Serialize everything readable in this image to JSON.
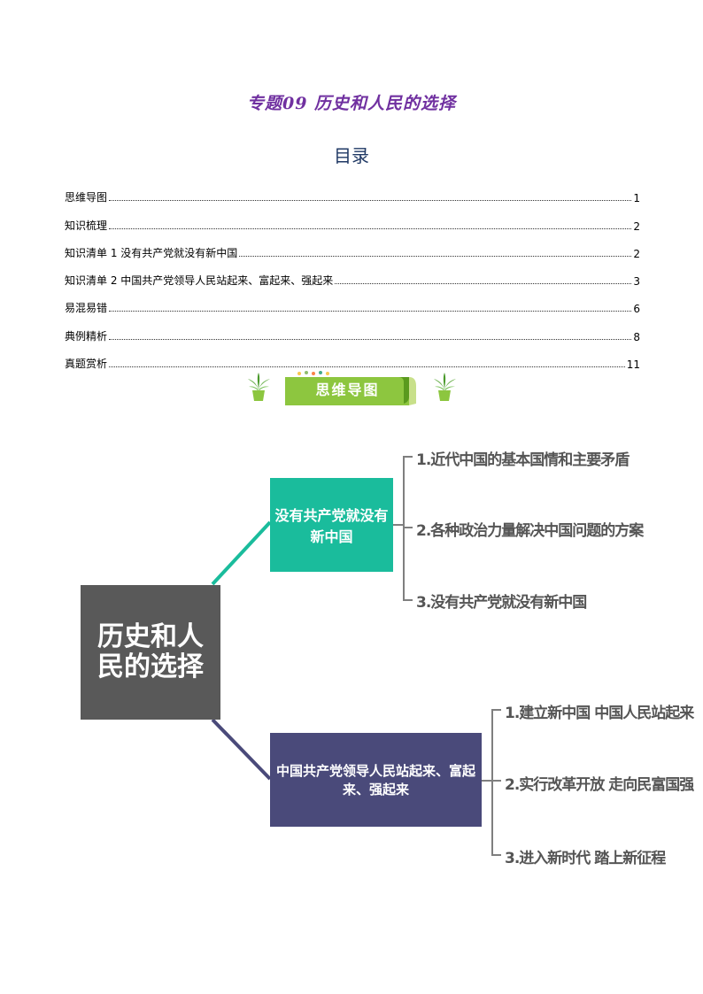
{
  "title": "专题09  历史和人民的选择",
  "toc": {
    "heading": "目录",
    "items": [
      {
        "label": "思维导图",
        "page": "1"
      },
      {
        "label": "知识梳理",
        "page": "2"
      },
      {
        "label": "知识清单 1 没有共产党就没有新中国",
        "page": "2"
      },
      {
        "label": "知识清单 2 中国共产党领导人民站起来、富起来、强起来",
        "page": "3"
      },
      {
        "label": "易混易错",
        "page": "6"
      },
      {
        "label": "典例精析",
        "page": "8"
      },
      {
        "label": "真题赏析",
        "page": "11"
      }
    ]
  },
  "banner": {
    "label": "思维导图"
  },
  "mindmap": {
    "root": "历史和人民的选择",
    "branches": [
      {
        "label": "没有共产党就没有新中国",
        "color": "#1abc9c",
        "leaves": [
          "1.近代中国的基本国情和主要矛盾",
          "2.各种政治力量解决中国问题的方案",
          "3.没有共产党就没有新中国"
        ]
      },
      {
        "label": "中国共产党领导人民站起来、富起来、强起来",
        "color": "#4a4a7a",
        "leaves": [
          "1.建立新中国 中国人民站起来",
          "2.实行改革开放 走向民富国强",
          "3.进入新时代 踏上新征程"
        ]
      }
    ],
    "colors": {
      "root": "#595959",
      "connector_top": "#1abc9c",
      "connector_bottom": "#4a4a7a",
      "bracket": "#7f7f7f"
    }
  }
}
